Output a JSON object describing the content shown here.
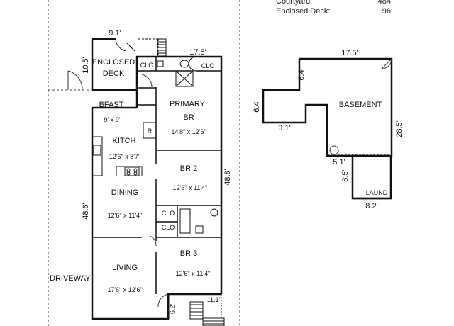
{
  "area_table": [
    {
      "label": "Courtyard:",
      "value": "484"
    },
    {
      "label": "Enclosed Deck:",
      "value": "96"
    }
  ],
  "rooms": {
    "enclosed_deck": [
      "ENCLOSED",
      "DECK"
    ],
    "clo_top_left": "CLO",
    "clo_top_right": "CLO",
    "bfast": {
      "name": "BFAST",
      "size": "9' x 9'"
    },
    "primary_br": {
      "name": [
        "PRIMARY",
        "BR"
      ],
      "size": "14'8\" x 12'6\""
    },
    "kitch": {
      "name": "KITCH",
      "size": "12'6\" x 8'7\""
    },
    "fridge": "R",
    "br2": {
      "name": "BR 2",
      "size": "12'6\" x 11'4\""
    },
    "dining": {
      "name": "DINING",
      "size": "12'6\" x 11'4\""
    },
    "clo_mid_1": "CLO",
    "clo_mid_2": "CLO",
    "br3": {
      "name": "BR 3",
      "size": "12'6\" x 11'4\""
    },
    "living": {
      "name": "LIVING",
      "size": "17'6\" x 12'6\""
    },
    "driveway": "DRIVEWAY",
    "basement": "BASEMENT",
    "laund": "LAUND"
  },
  "dimensions": {
    "top_deck": "9.1'",
    "deck_side": "10.5'",
    "top_main": "17.5'",
    "right_main": "48.8'",
    "left_main": "48.6'",
    "bottom_step": "11.1'",
    "bottom_small": "6.2'",
    "bsmt_top": "17.5'",
    "bsmt_notch": "6.4'",
    "bsmt_left": "6.4'",
    "bsmt_bottom_left": "9.1'",
    "bsmt_right": "28.5'",
    "bsmt_inner": "5.1'",
    "bsmt_laund_side": "8.5'",
    "bsmt_laund_bottom": "8.2'"
  }
}
